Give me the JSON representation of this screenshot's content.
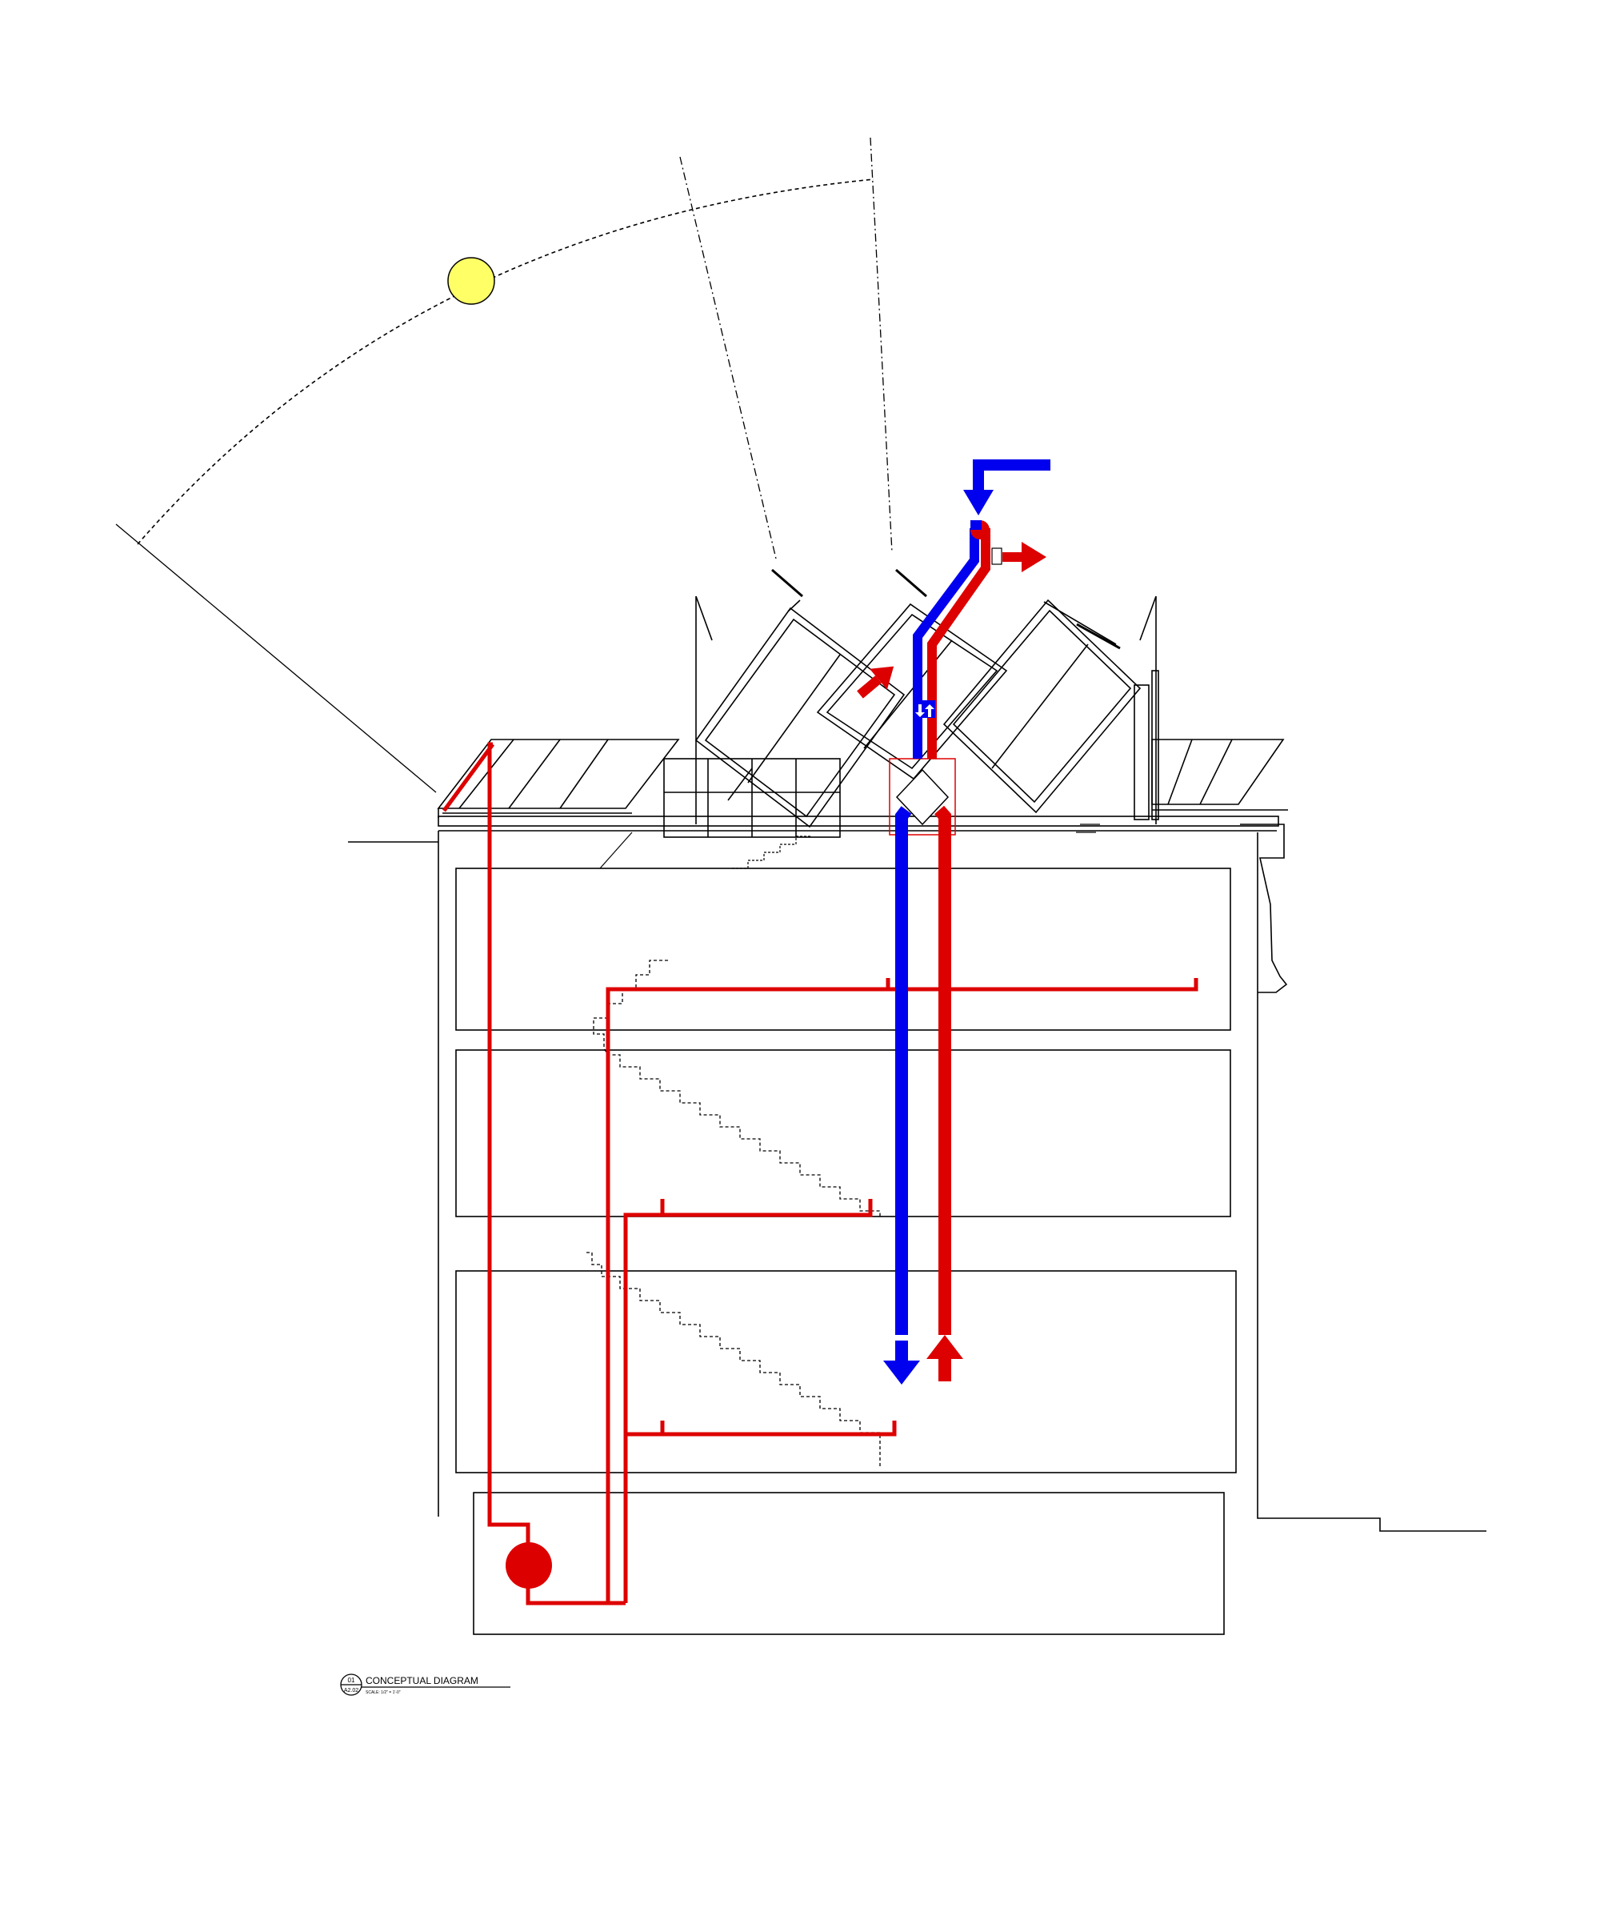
{
  "title_block": {
    "detail_number": "01",
    "sheet_number": "A2.02",
    "title": "CONCEPTUAL DIAGRAM",
    "scale": "SCALE: 1/2\" = 1'-0\""
  },
  "colors": {
    "supply": "#0000ee",
    "hot": "#dd0000",
    "sun": "#ffff66",
    "line": "#000000"
  }
}
